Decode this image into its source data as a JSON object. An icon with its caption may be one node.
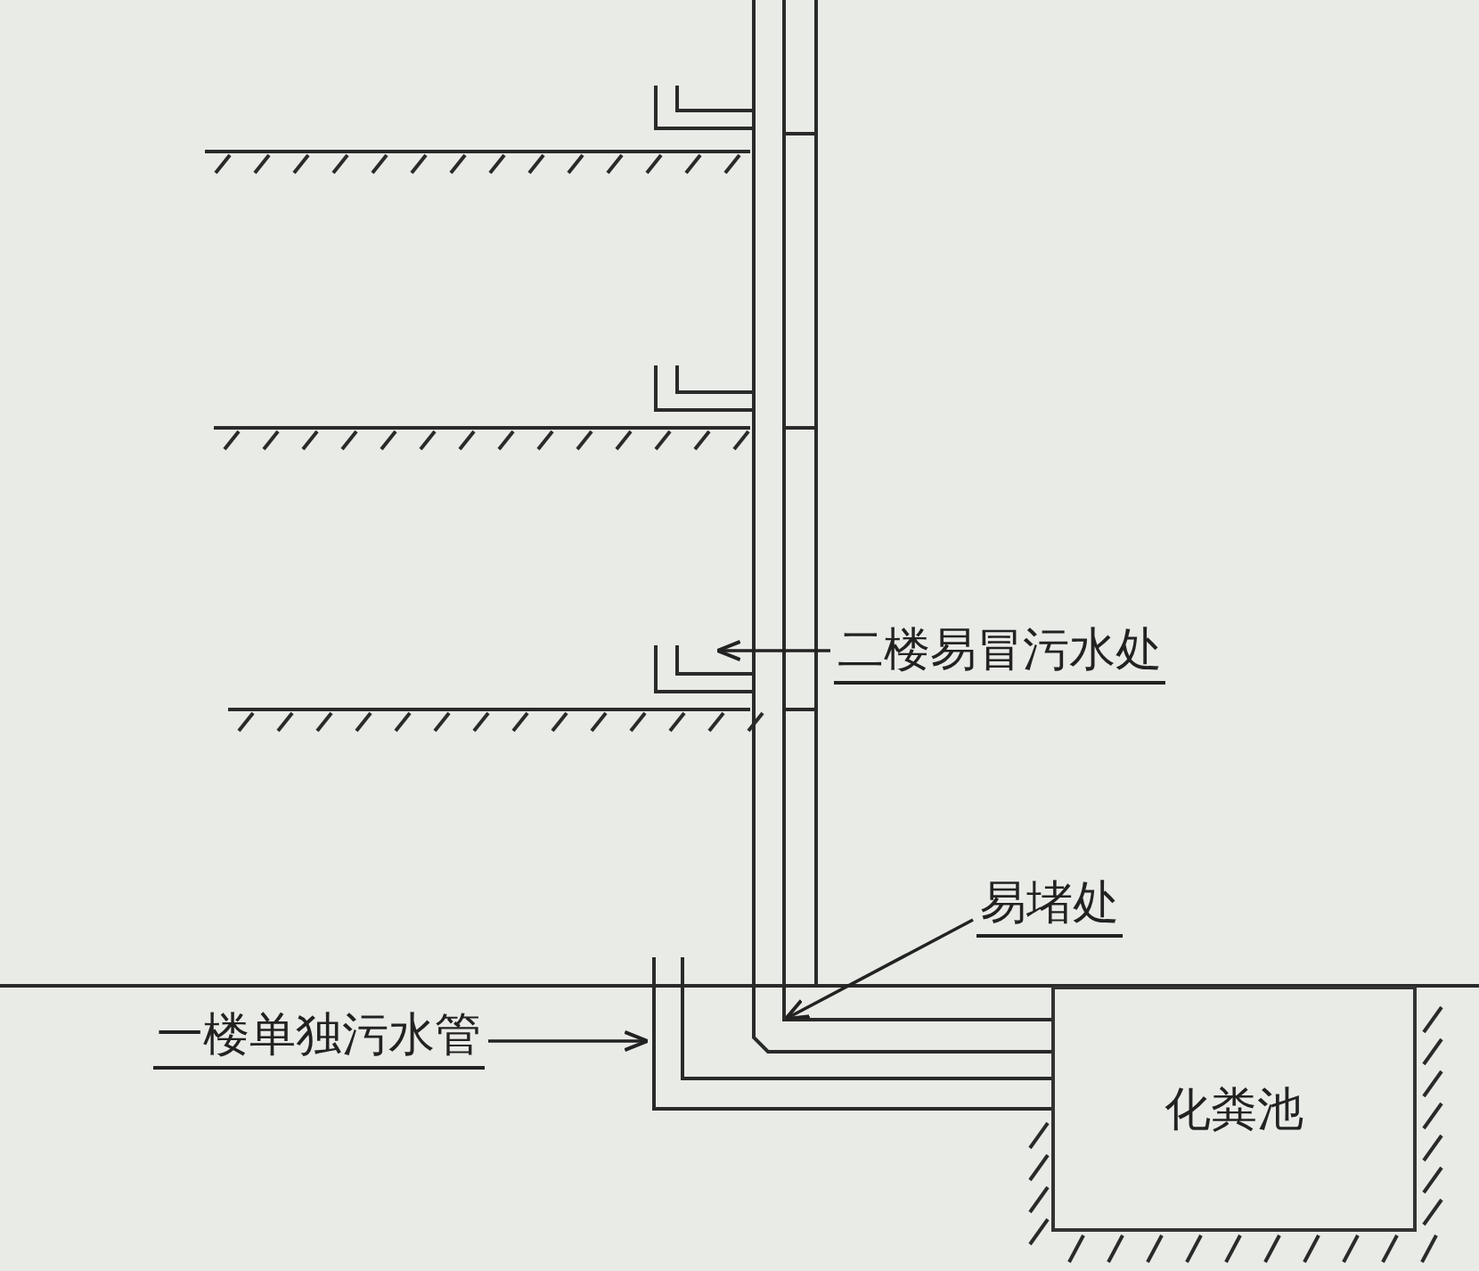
{
  "diagram": {
    "nodes": [
      {
        "text": [
          "二楼易冒污水处"
        ]
      },
      {
        "text": [
          "易堵处"
        ]
      },
      {
        "text": [
          "一楼单独污水管"
        ]
      },
      {
        "text": [
          "化粪池"
        ]
      }
    ],
    "edges": [
      {
        "from": 0,
        "to": null,
        "arrow": "to"
      },
      {
        "from": 1,
        "to": null,
        "arrow": "to"
      },
      {
        "from": 2,
        "to": null,
        "arrow": "to"
      }
    ]
  }
}
